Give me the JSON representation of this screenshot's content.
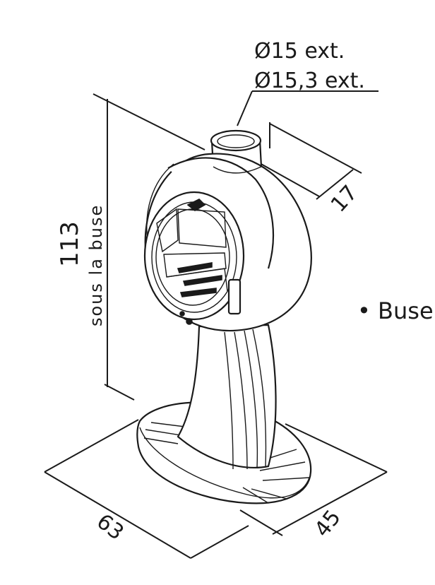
{
  "diagram": {
    "flue_outer_1": "Ø15 ext.",
    "flue_outer_2": "Ø15,3 ext.",
    "flue_offset": "17",
    "height_value": "113",
    "height_note": "sous la buse",
    "base_width": "63",
    "base_depth": "45",
    "side_label": "• Buse"
  }
}
